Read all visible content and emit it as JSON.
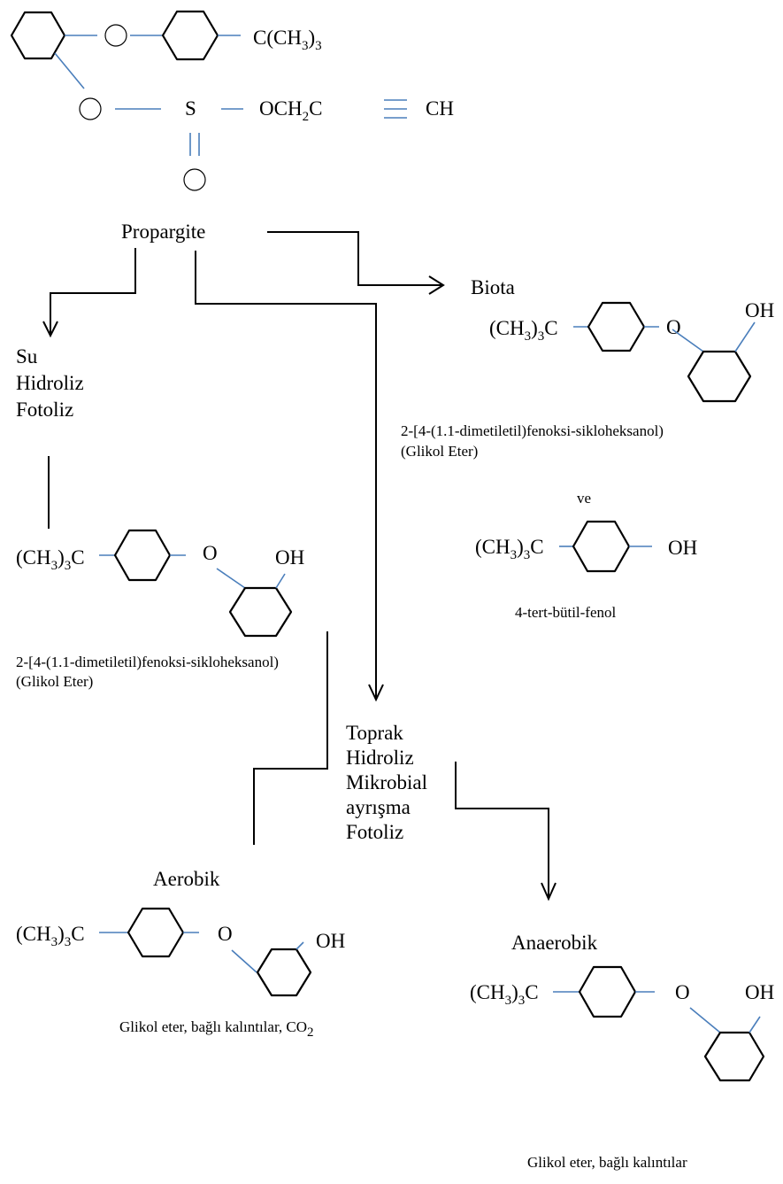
{
  "structure": {
    "c_prefix": "C(CH",
    "sub3": "3",
    "c_suffix": ")",
    "sulfur": "S",
    "ester_prefix": "OCH",
    "sub2": "2",
    "ester_suffix": "C",
    "ch": "CH"
  },
  "propargite_label": "Propargite",
  "water_branch": {
    "lines": [
      "Su",
      "Hidroliz",
      "Fotoliz"
    ],
    "product_name": "2-[4-(1.1-dimetiletil)fenoksi-sikloheksanol)",
    "product_class": "(Glikol Eter)"
  },
  "biota_branch": {
    "label": "Biota",
    "product_name": "2-[4-(1.1-dimetiletil)fenoksi-sikloheksanol)",
    "product_class": "(Glikol Eter)",
    "and_word": "ve",
    "second_product": "4-tert-bütil-fenol"
  },
  "soil_branch": {
    "lines": [
      "Toprak",
      "Hidroliz",
      "Mikrobial",
      "ayrışma",
      "Fotoliz"
    ],
    "aerobic_label": "Aerobik",
    "aerobic_products_text": "Glikol eter, bağlı kalıntılar, CO",
    "anaerobic_label": "Anaerobik",
    "anaerobic_products": "Glikol eter, bağlı kalıntılar"
  },
  "chem": {
    "tbutyl_open": "(CH",
    "tbutyl_close": ")",
    "tbutyl_c": "C",
    "oxygen": "O",
    "hydroxyl": "OH",
    "sub3": "3",
    "sub2": "2"
  }
}
